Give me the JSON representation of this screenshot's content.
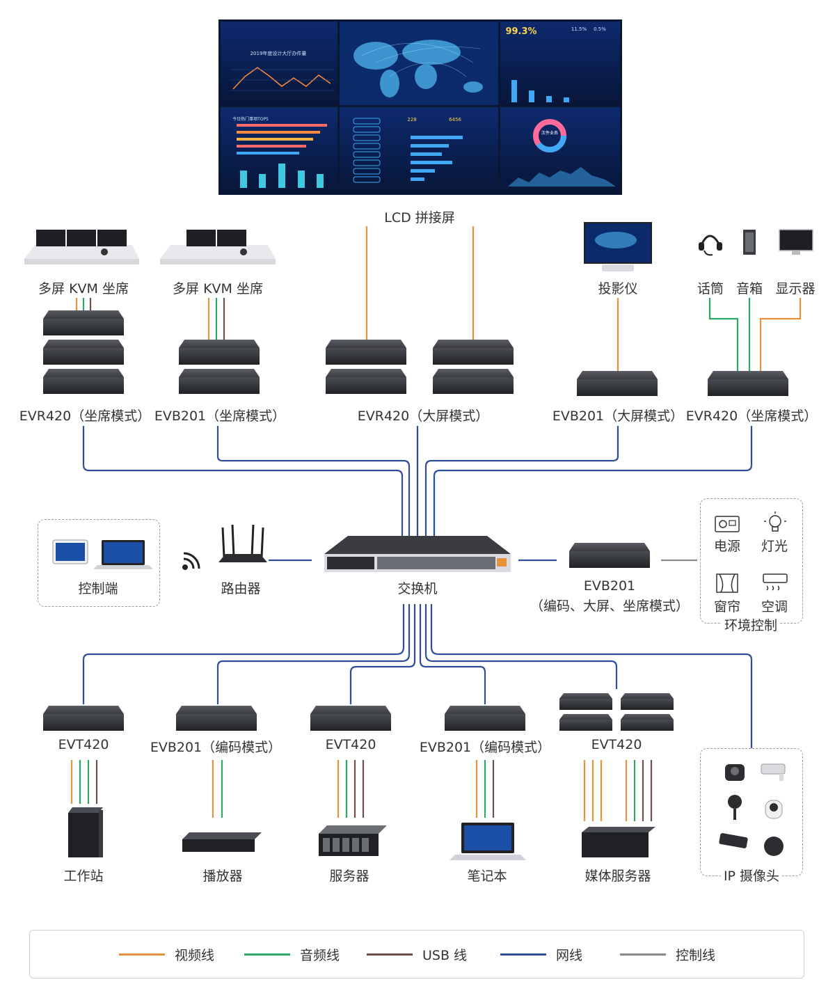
{
  "colors": {
    "video": "#e8913a",
    "audio": "#2aa864",
    "usb": "#6b5149",
    "network": "#2d4d9c",
    "control": "#8a8a8a",
    "screen_bg": "#0a1a4a",
    "device": "#2b2d31"
  },
  "top": {
    "lcd": "LCD 拼接屏"
  },
  "screen": {
    "panel1_title": "2019年度设计大厅办件量",
    "panel2_big": "99.3%",
    "panel2_sub1": "11.5%",
    "panel2_sub2": "0.5%",
    "panel3_center": "次件业务",
    "panel4_title": "今日热门事项TOP5",
    "panel5_v1": "228",
    "panel5_v2": "6456"
  },
  "row1": {
    "kvm1": "多屏 KVM 坐席",
    "kvm2": "多屏 KVM 坐席",
    "projector": "投影仪",
    "mic": "话筒",
    "speaker": "音箱",
    "monitor": "显示器",
    "dev1": "EVR420（坐席模式）",
    "dev2": "EVB201（坐席模式）",
    "dev3": "EVR420（大屏模式）",
    "dev4": "EVB201（大屏模式）",
    "dev5": "EVR420（坐席模式）"
  },
  "mid": {
    "controller": "控制端",
    "router": "路由器",
    "switch": "交换机",
    "evb201": "EVB201",
    "evb201_sub": "（编码、大屏、坐席模式）",
    "power": "电源",
    "light": "灯光",
    "curtain": "窗帘",
    "ac": "空调",
    "env": "环境控制"
  },
  "row2": {
    "d1": "EVT420",
    "d2": "EVB201（编码模式）",
    "d3": "EVT420",
    "d4": "EVB201（编码模式）",
    "d5": "EVT420",
    "s1": "工作站",
    "s2": "播放器",
    "s3": "服务器",
    "s4": "笔记本",
    "s5": "媒体服务器",
    "ipcam": "IP 摄像头"
  },
  "legend": {
    "video": "视频线",
    "audio": "音频线",
    "usb": "USB 线",
    "network": "网线",
    "control": "控制线"
  }
}
